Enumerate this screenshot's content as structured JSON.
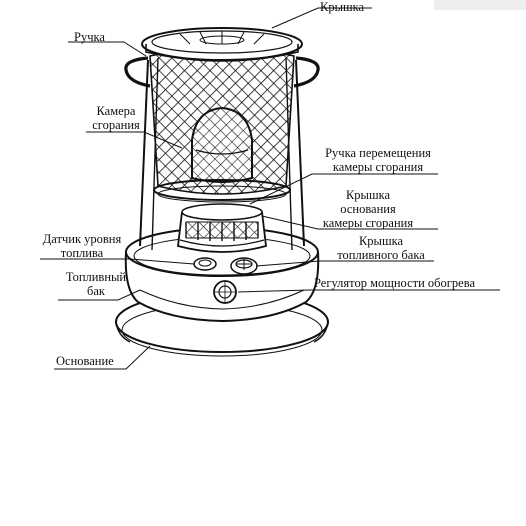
{
  "diagram": {
    "labels": {
      "lid": "Крышка",
      "handle": "Ручка",
      "chamber_l1": "Камера",
      "chamber_l2": "сгорания",
      "move_handle_l1": "Ручка перемещения",
      "move_handle_l2": "камеры сгорания",
      "base_lid_l1": "Крышка",
      "base_lid_l2": "основания",
      "base_lid_l3": "камеры сгорания",
      "fuel_lid_l1": "Крышка",
      "fuel_lid_l2": "топливного бака",
      "sensor_l1": "Датчик уровня",
      "sensor_l2": "топлива",
      "tank_l1": "Топливный",
      "tank_l2": "бак",
      "regulator": "Регулятор мощности обогрева",
      "base": "Основание"
    }
  }
}
